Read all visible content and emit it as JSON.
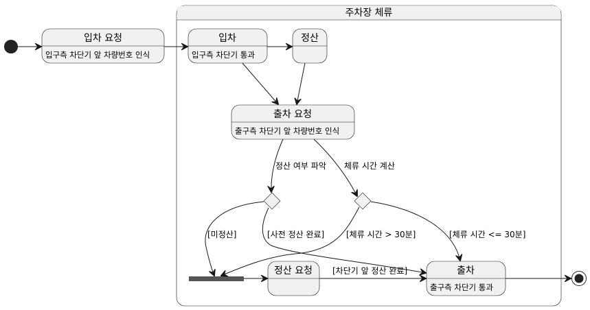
{
  "diagram": {
    "type": "state-diagram",
    "composite": {
      "title": "주차장 체류"
    },
    "states": [
      {
        "id": "entry_request",
        "title": "입차 요청",
        "description": "입구측 차단기 앞 차량번호 인식"
      },
      {
        "id": "entry",
        "title": "입차",
        "description": "입구측 차단기 통과"
      },
      {
        "id": "payment",
        "title": "정산",
        "description": ""
      },
      {
        "id": "exit_request",
        "title": "출차 요청",
        "description": "출구측 차단기 앞 차량번호 인식"
      },
      {
        "id": "payment_request",
        "title": "정산 요청",
        "description": ""
      },
      {
        "id": "exit",
        "title": "출차",
        "description": "출구측 차단기 통과"
      }
    ],
    "pseudo_states": [
      {
        "id": "initial",
        "kind": "initial"
      },
      {
        "id": "final",
        "kind": "final"
      },
      {
        "id": "choice_payment",
        "kind": "choice"
      },
      {
        "id": "choice_time",
        "kind": "choice"
      },
      {
        "id": "join_bar",
        "kind": "join"
      }
    ],
    "transitions": [
      {
        "from": "initial",
        "to": "entry_request",
        "label": ""
      },
      {
        "from": "entry_request",
        "to": "entry",
        "label": ""
      },
      {
        "from": "entry",
        "to": "payment",
        "label": ""
      },
      {
        "from": "entry",
        "to": "exit_request",
        "label": ""
      },
      {
        "from": "payment",
        "to": "exit_request",
        "label": ""
      },
      {
        "from": "exit_request",
        "to": "choice_payment",
        "label": "정산 여부 파악"
      },
      {
        "from": "exit_request",
        "to": "choice_time",
        "label": "체류 시간 계산"
      },
      {
        "from": "choice_payment",
        "to": "join_bar",
        "label": "[미정산]"
      },
      {
        "from": "choice_payment",
        "to": "exit",
        "label": "[사전 정산 완료]"
      },
      {
        "from": "choice_time",
        "to": "join_bar",
        "label": "[체류 시간 > 30분]"
      },
      {
        "from": "choice_time",
        "to": "exit",
        "label": "[체류 시간 <= 30분]"
      },
      {
        "from": "join_bar",
        "to": "payment_request",
        "label": ""
      },
      {
        "from": "payment_request",
        "to": "exit",
        "label": "[차단기 앞 정산 완료]"
      },
      {
        "from": "exit",
        "to": "final",
        "label": ""
      }
    ]
  }
}
